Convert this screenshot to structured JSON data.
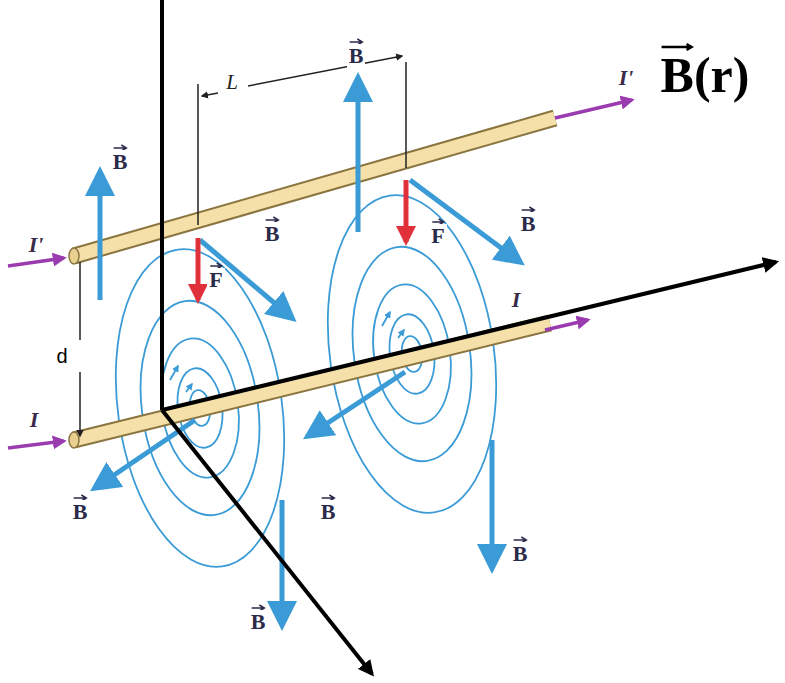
{
  "diagram": {
    "labels": [
      "B(r)",
      "B",
      "L",
      "B",
      "I'",
      "I'",
      "B",
      "F",
      "B",
      "F",
      "d",
      "I",
      "I",
      "B",
      "B",
      "B",
      "B"
    ]
  }
}
